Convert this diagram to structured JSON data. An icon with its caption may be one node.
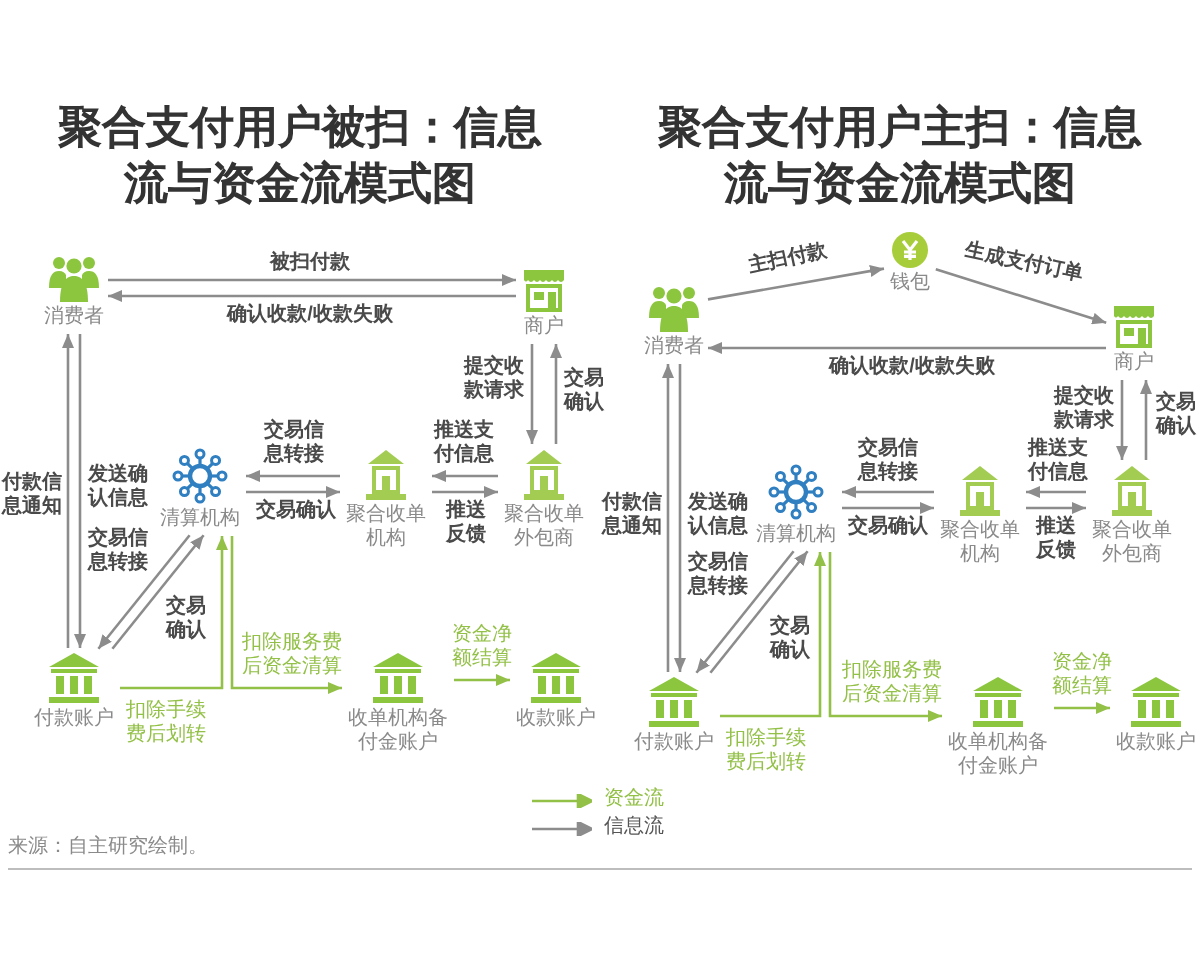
{
  "diagram": {
    "nodes": [
      {
        "text": [
          "消费者"
        ]
      },
      {
        "text": [
          "商户"
        ]
      },
      {
        "text": [
          "清算机构"
        ]
      },
      {
        "text": [
          "聚合收单机构"
        ]
      },
      {
        "text": [
          "聚合收单外包商"
        ]
      },
      {
        "text": [
          "付款账户"
        ]
      },
      {
        "text": [
          "收单机构备付金账户"
        ]
      },
      {
        "text": [
          "收款账户"
        ]
      },
      {
        "text": [
          "消费者"
        ]
      },
      {
        "text": [
          "钱包"
        ]
      },
      {
        "text": [
          "商户"
        ]
      },
      {
        "text": [
          "清算机构"
        ]
      },
      {
        "text": [
          "聚合收单机构"
        ]
      },
      {
        "text": [
          "聚合收单外包商"
        ]
      },
      {
        "text": [
          "付款账户"
        ]
      },
      {
        "text": [
          "收单机构备付金账户"
        ]
      },
      {
        "text": [
          "收款账户"
        ]
      }
    ],
    "edges": [
      {
        "from": 0,
        "to": 1,
        "arrow": "to",
        "label": "被扫付款"
      },
      {
        "from": 1,
        "to": 0,
        "arrow": "to",
        "label": "确认收款/收款失败"
      },
      {
        "from": 1,
        "to": 4,
        "arrow": "to",
        "label": "提交收款请求"
      },
      {
        "from": 4,
        "to": 1,
        "arrow": "to",
        "label": "交易确认"
      },
      {
        "from": 4,
        "to": 3,
        "arrow": "to",
        "label": "推送支付信息"
      },
      {
        "from": 3,
        "to": 4,
        "arrow": "to",
        "label": "推送反馈"
      },
      {
        "from": 3,
        "to": 2,
        "arrow": "to",
        "label": "交易信息转接"
      },
      {
        "from": 2,
        "to": 3,
        "arrow": "to",
        "label": "交易确认"
      },
      {
        "from": 5,
        "to": 0,
        "arrow": "to",
        "label": "付款信息通知"
      },
      {
        "from": 0,
        "to": 5,
        "arrow": "to",
        "label": "发送确认信息"
      },
      {
        "from": 2,
        "to": 5,
        "arrow": "to",
        "label": "交易信息转接"
      },
      {
        "from": 5,
        "to": 2,
        "arrow": "to",
        "label": "交易确认"
      },
      {
        "from": 5,
        "to": 2,
        "arrow": "to",
        "label": "扣除手续费后划转",
        "color": "#93c047"
      },
      {
        "from": 2,
        "to": 6,
        "arrow": "to",
        "label": "扣除服务费后资金清算",
        "color": "#93c047"
      },
      {
        "from": 6,
        "to": 7,
        "arrow": "to",
        "label": "资金净额结算",
        "color": "#93c047"
      },
      {
        "from": 8,
        "to": 9,
        "arrow": "to",
        "label": "主扫付款"
      },
      {
        "from": 9,
        "to": 10,
        "arrow": "to",
        "label": "生成支付订单"
      },
      {
        "from": 10,
        "to": 8,
        "arrow": "to",
        "label": "确认收款/收款失败"
      },
      {
        "from": 10,
        "to": 13,
        "arrow": "to",
        "label": "提交收款请求"
      },
      {
        "from": 13,
        "to": 10,
        "arrow": "to",
        "label": "交易确认"
      },
      {
        "from": 13,
        "to": 12,
        "arrow": "to",
        "label": "推送支付信息"
      },
      {
        "from": 12,
        "to": 13,
        "arrow": "to",
        "label": "推送反馈"
      },
      {
        "from": 12,
        "to": 11,
        "arrow": "to",
        "label": "交易信息转接"
      },
      {
        "from": 11,
        "to": 12,
        "arrow": "to",
        "label": "交易确认"
      },
      {
        "from": 14,
        "to": 8,
        "arrow": "to",
        "label": "付款信息通知"
      },
      {
        "from": 8,
        "to": 14,
        "arrow": "to",
        "label": "发送确认信息"
      },
      {
        "from": 11,
        "to": 14,
        "arrow": "to",
        "label": "交易信息转接"
      },
      {
        "from": 14,
        "to": 11,
        "arrow": "to",
        "label": "交易确认"
      },
      {
        "from": 14,
        "to": 11,
        "arrow": "to",
        "label": "扣除手续费后划转",
        "color": "#93c047"
      },
      {
        "from": 11,
        "to": 15,
        "arrow": "to",
        "label": "扣除服务费后资金清算",
        "color": "#93c047"
      },
      {
        "from": 15,
        "to": 16,
        "arrow": "to",
        "label": "资金净额结算",
        "color": "#93c047"
      }
    ],
    "labels": [
      "聚合支付用户被扫：信息流与资金流模式图",
      "聚合支付用户主扫：信息流与资金流模式图",
      "来源：自主研究绘制。"
    ],
    "legend": [
      {
        "text": "资金流"
      },
      {
        "text": "信息流"
      }
    ]
  }
}
